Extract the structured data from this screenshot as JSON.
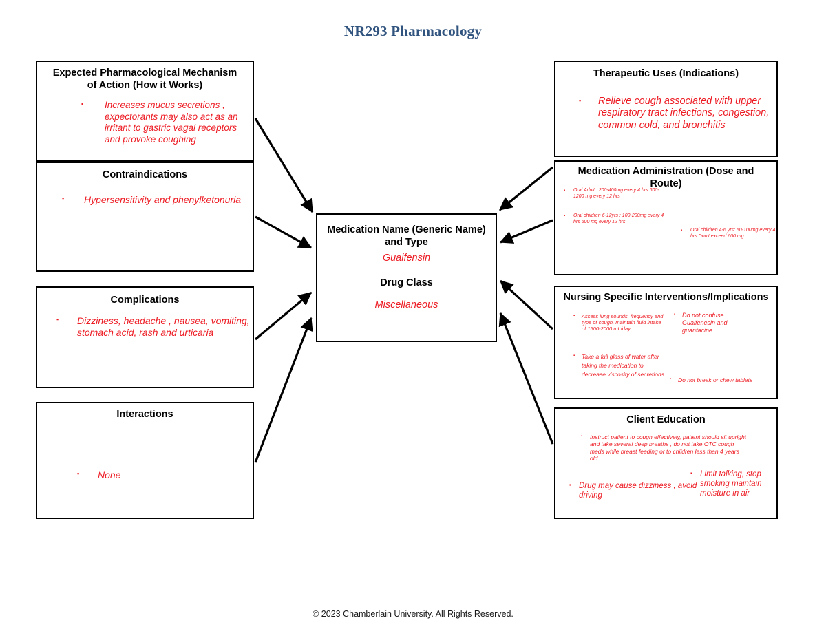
{
  "header": {
    "title": "NR293 Pharmacology"
  },
  "footer": {
    "copyright": "© 2023 Chamberlain University. All Rights Reserved."
  },
  "colors": {
    "title_blue": "#31547F",
    "content_red": "#ED1C24",
    "border": "#000000",
    "background": "#FFFFFF"
  },
  "center": {
    "title": "Medication Name (Generic Name) and Type",
    "generic_name": "Guaifensin",
    "drug_class_label": "Drug Class",
    "drug_class_value": "Miscellaneous"
  },
  "boxes": {
    "mechanism": {
      "title": "Expected Pharmacological Mechanism of Action (How it Works)",
      "items": [
        "Increases mucus secretions , expectorants may also act as an irritant to gastric vagal receptors and provoke coughing"
      ]
    },
    "contraindications": {
      "title": "Contraindications",
      "items": [
        "Hypersensitivity and phenylketonuria"
      ]
    },
    "complications": {
      "title": "Complications",
      "items": [
        "Dizziness, headache , nausea, vomiting, stomach acid, rash and urticaria"
      ]
    },
    "interactions": {
      "title": "Interactions",
      "items": [
        "None"
      ]
    },
    "therapeutic_uses": {
      "title": "Therapeutic Uses (Indications)",
      "items": [
        "Relieve cough associated with upper respiratory tract infections, congestion, common cold, and bronchitis"
      ]
    },
    "administration": {
      "title": "Medication Administration (Dose and Route)",
      "items_left": [
        "Oral Adult : 200-400mg every 4 hrs 600-1200 mg every 12 hrs",
        "Oral children 6-12yrs : 100-200mg every 4 hrs 600 mg every 12 hrs"
      ],
      "items_right": [
        "Oral children 4-6 yrs: 50-100mg every 4 hrs Don't exceed 600 mg"
      ]
    },
    "nursing": {
      "title": "Nursing Specific Interventions/Implications",
      "item_a1": "Assess lung sounds, frequency and type of cough, maintain fluid intake of 1500-2000 mL/day",
      "item_a2": "Take a full glass of water after taking the medication to decrease viscosity of secretions",
      "item_b1": "Do not confuse Guaifenesin and guanfacine",
      "item_c1": "Do not break or chew tablets"
    },
    "client_education": {
      "title": "Client Education",
      "item_main": "Instruct patient to cough effectively, patient should sit upright and take several deep breaths , do not take OTC cough meds while breast feeding or to children less than 4 years old",
      "item_second": "Drug may cause dizziness , avoid driving",
      "item_third": "Limit talking, stop smoking maintain moisture in air"
    }
  }
}
